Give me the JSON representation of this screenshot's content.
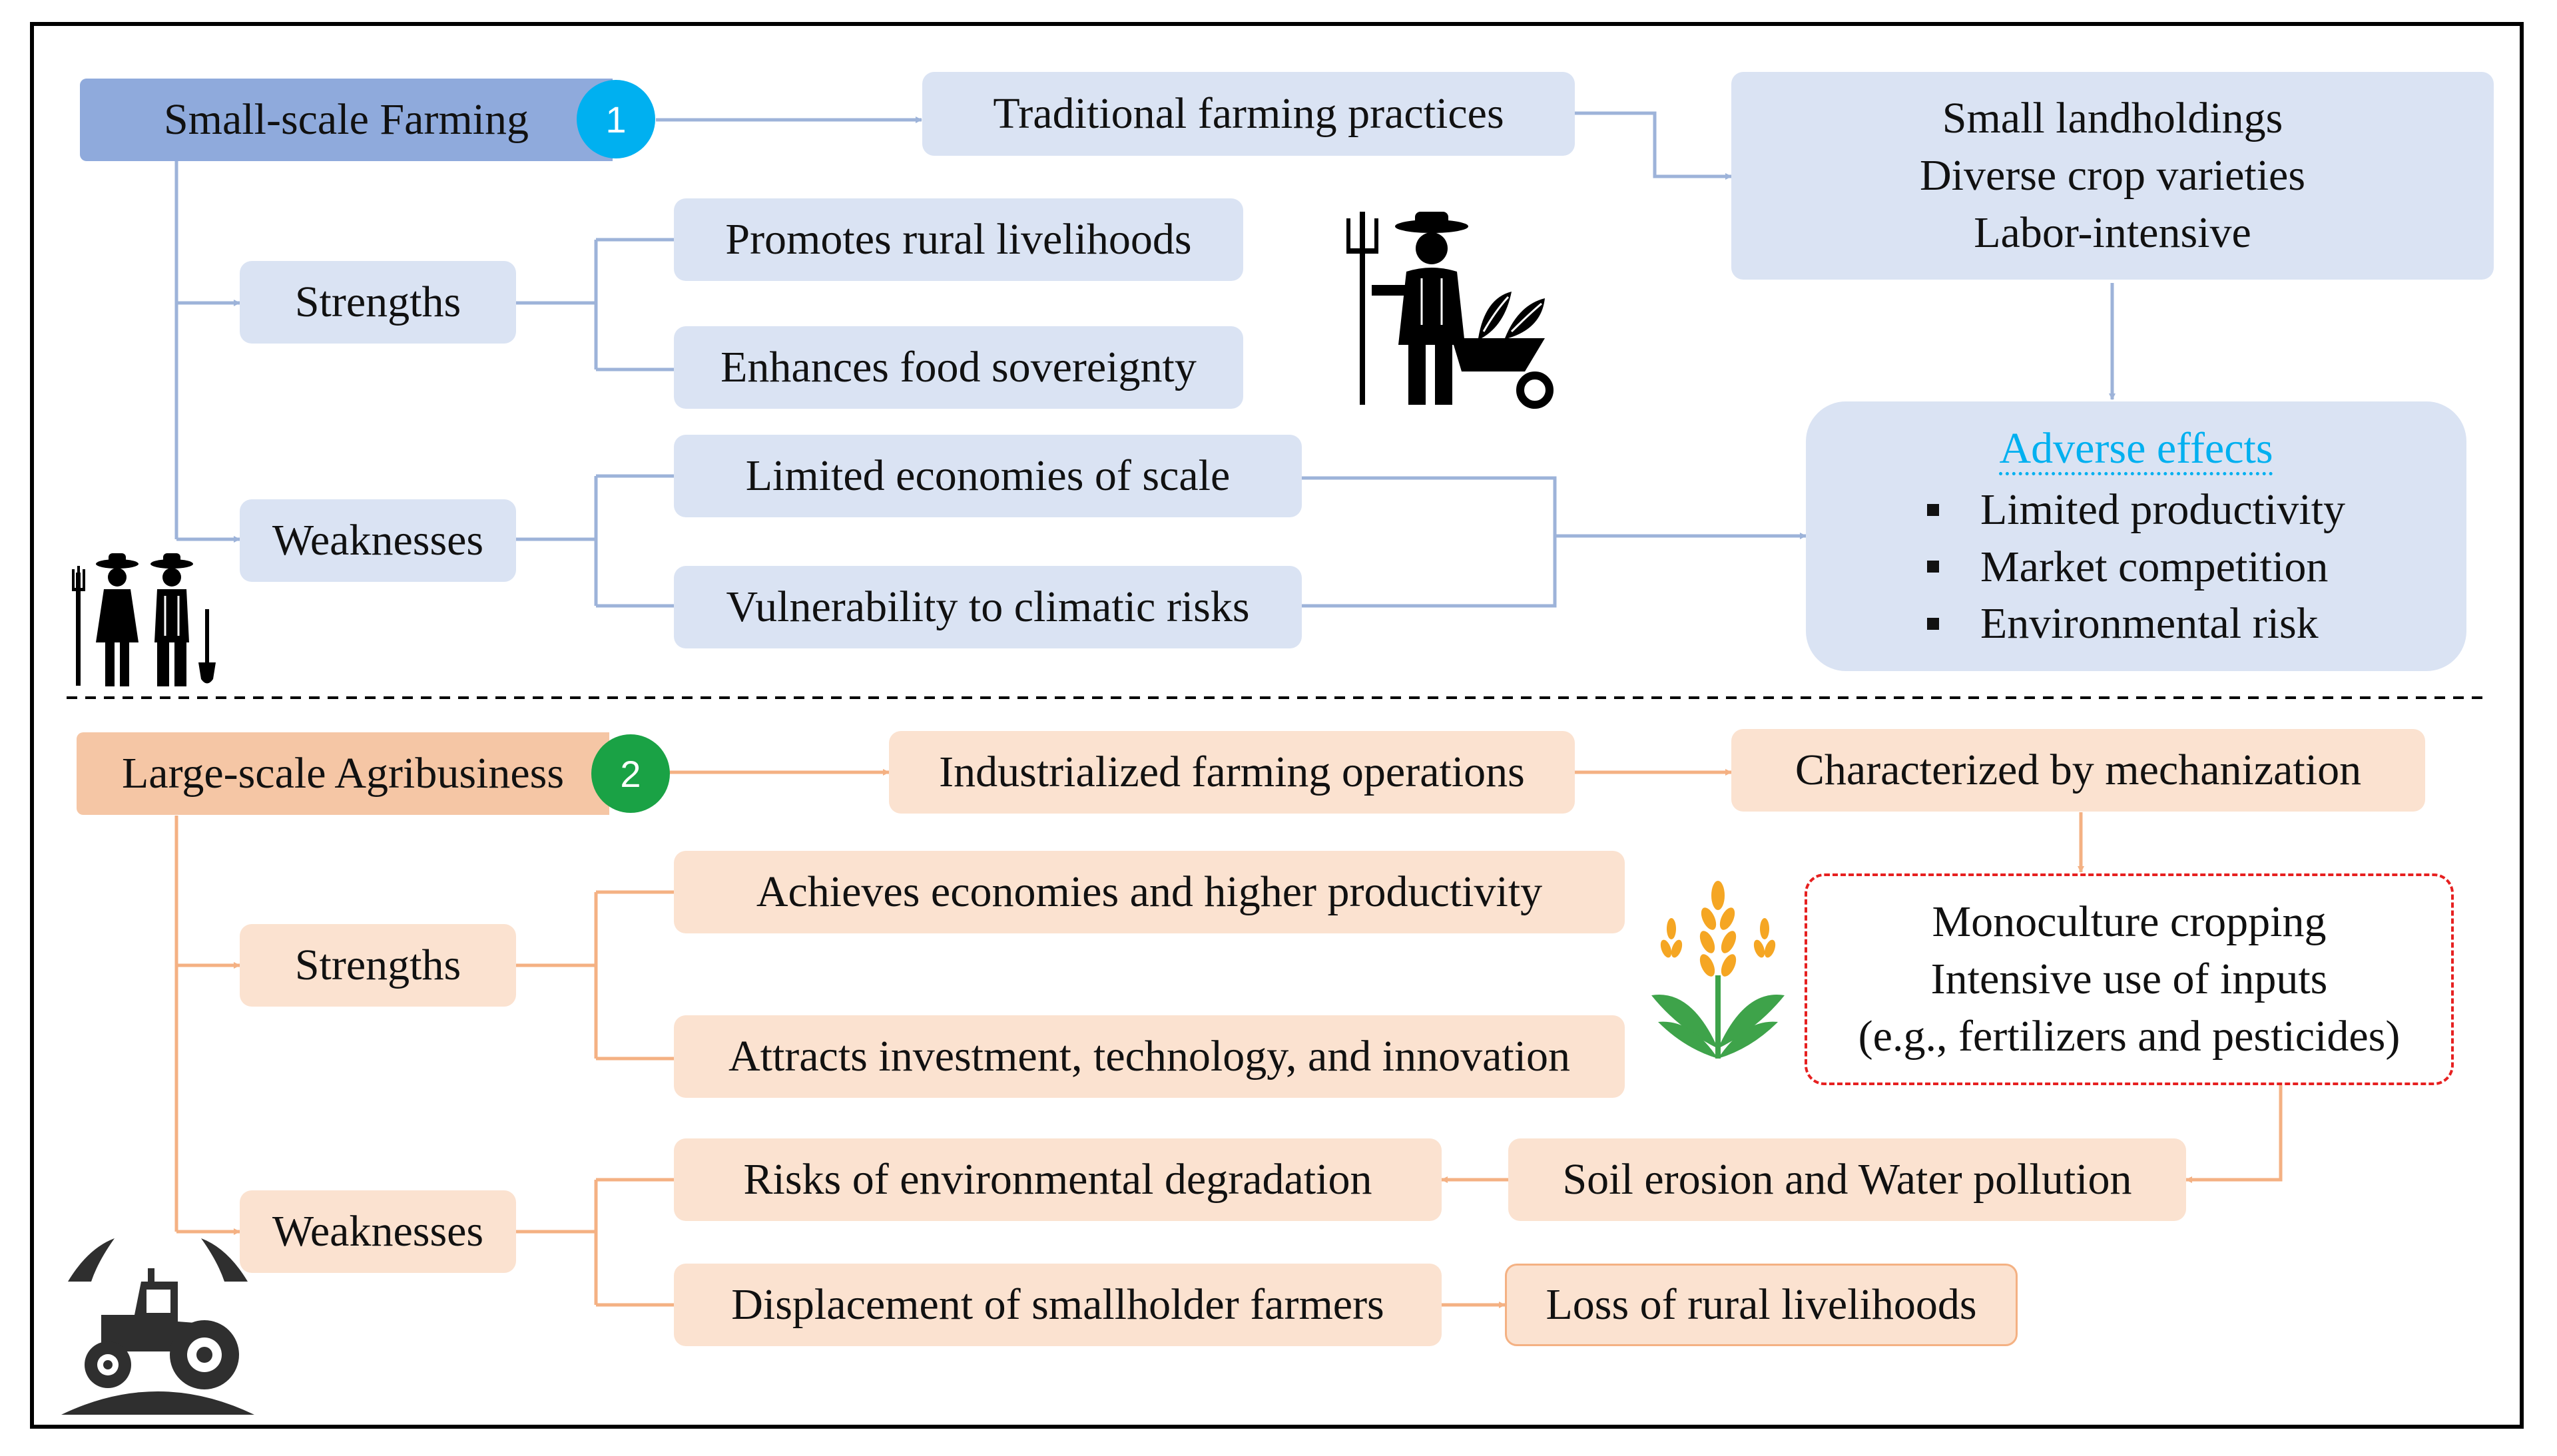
{
  "small_scale": {
    "title": "Small-scale Farming",
    "badge": "1",
    "practice": "Traditional farming practices",
    "characteristics": [
      "Small landholdings",
      "Diverse crop varieties",
      "Labor-intensive"
    ],
    "strengths_label": "Strengths",
    "strengths": [
      "Promotes rural livelihoods",
      "Enhances food sovereignty"
    ],
    "weaknesses_label": "Weaknesses",
    "weaknesses": [
      "Limited economies of scale",
      "Vulnerability to climatic risks"
    ],
    "adverse_title": "Adverse effects",
    "adverse_items": [
      "Limited productivity",
      "Market competition",
      "Environmental risk"
    ]
  },
  "large_scale": {
    "title": "Large-scale Agribusiness",
    "badge": "2",
    "operations": "Industrialized farming operations",
    "characterized": "Characterized by mechanization",
    "monoculture": [
      "Monoculture cropping",
      "Intensive use of inputs",
      "(e.g., fertilizers and pesticides)"
    ],
    "strengths_label": "Strengths",
    "strengths": [
      "Achieves economies and higher productivity",
      "Attracts investment, technology, and innovation"
    ],
    "weaknesses_label": "Weaknesses",
    "weaknesses": [
      "Risks of environmental degradation",
      "Displacement of smallholder farmers"
    ],
    "soil": "Soil erosion and Water pollution",
    "loss": "Loss of rural livelihoods"
  },
  "colors": {
    "blue_box": "#dae3f3",
    "blue_head": "#8faadc",
    "blue_line": "#9db3d9",
    "badge1": "#00b0f0",
    "orange_box": "#fbe2d0",
    "orange_head": "#f5c6a5",
    "orange_line": "#f4b183",
    "badge2": "#1aa245",
    "dashed_red": "#e62020"
  }
}
